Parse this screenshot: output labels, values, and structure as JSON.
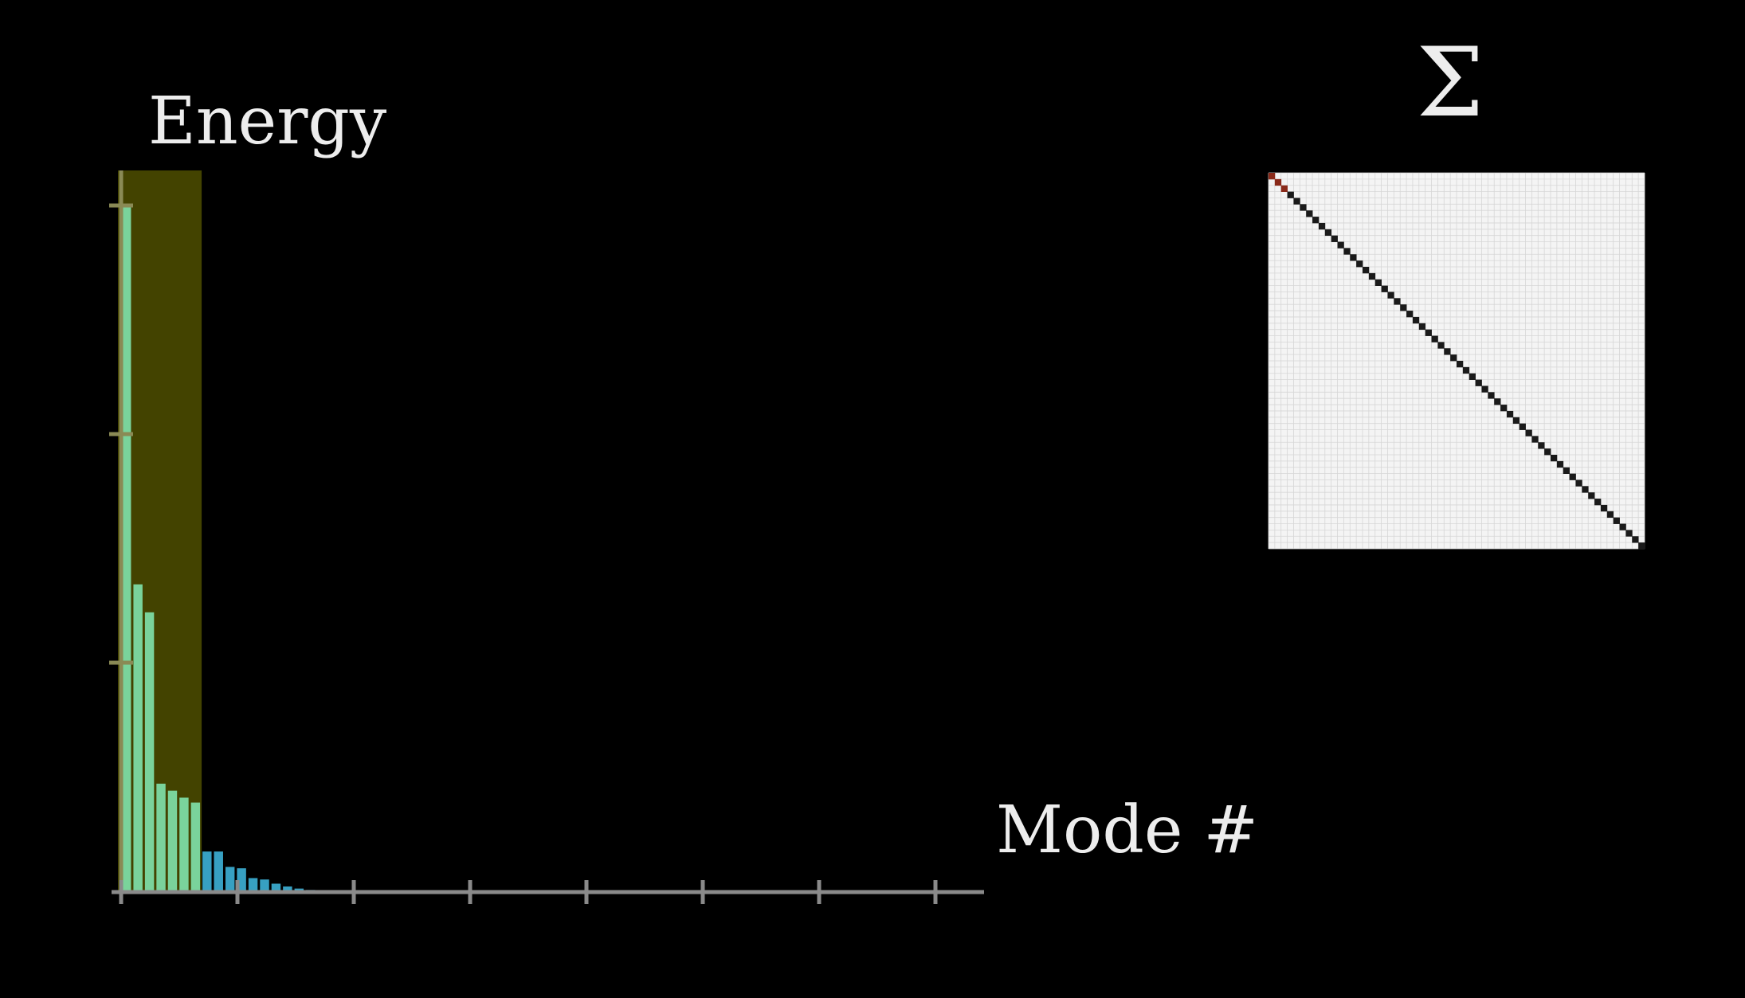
{
  "chart_data": {
    "type": "bar",
    "ylabel": "Energy",
    "xlabel": "Mode #",
    "values": [
      0.98,
      0.44,
      0.4,
      0.155,
      0.145,
      0.135,
      0.128,
      0.058,
      0.058,
      0.036,
      0.034,
      0.02,
      0.018,
      0.012,
      0.008,
      0.005,
      0.003,
      0.002,
      0.0015,
      0.001
    ],
    "xlim": [
      0,
      75
    ],
    "ylim": [
      0,
      1.05
    ],
    "x_tick_count": 8,
    "y_tick_count": 4,
    "highlight_modes": 7,
    "colors": {
      "bar_highlighted": "#7fe0a8",
      "bar_normal": "#3aa9cc",
      "highlight_fill": "#4a4a00",
      "axis": "#8a8a8a",
      "text": "#ededed"
    }
  },
  "sigma_matrix": {
    "symbol": "Σ",
    "size": 60,
    "background": "#f4f4f4",
    "grid_color": "#d6d6d6",
    "diagonal_color": "#1a1a1a"
  }
}
